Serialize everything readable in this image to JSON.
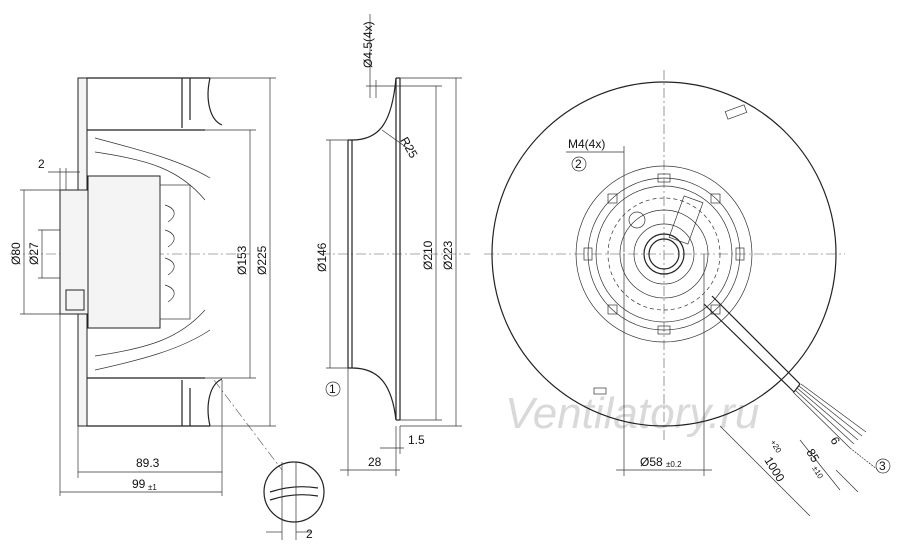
{
  "side_view": {
    "dims": {
      "d80": "Ø80",
      "d27": "Ø27",
      "d153": "Ø153",
      "d225": "Ø225",
      "w2": "2",
      "w893": "89.3",
      "w99": "99",
      "w99_tol": "±1",
      "detail_2": "2"
    }
  },
  "nozzle_view": {
    "dims": {
      "d45": "Ø4.5(4x)",
      "r25": "R25",
      "d146": "Ø146",
      "d210": "Ø210",
      "d223": "Ø223",
      "w15": "1.5",
      "w28": "28"
    },
    "callout": "1"
  },
  "front_view": {
    "dims": {
      "m4": "M4(4x)",
      "d58": "Ø58",
      "d58_tol": "±0.2",
      "cable": "1000",
      "cable_tol": "+20",
      "d85": "85",
      "d85_tol": "±10",
      "d6": "6"
    },
    "callout_2": "2",
    "callout_3": "3"
  },
  "watermark": "Ventilatory.ru"
}
